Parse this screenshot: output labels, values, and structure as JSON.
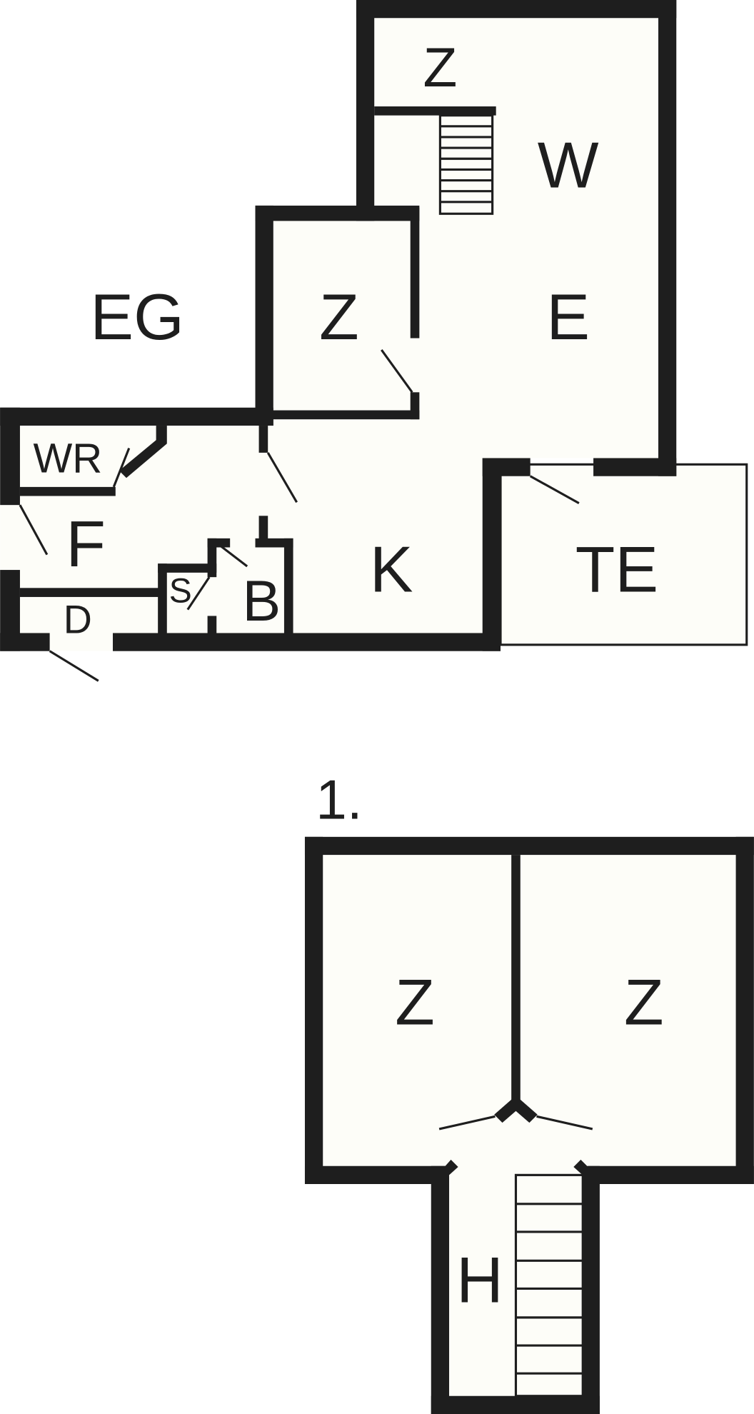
{
  "ground_floor": {
    "rooms": {
      "z_top": "Z",
      "w": "W",
      "eg": "EG",
      "z_mid": "Z",
      "e": "E",
      "wr": "WR",
      "f": "F",
      "d": "D",
      "s": "S",
      "b": "B",
      "k": "K",
      "te": "TE"
    }
  },
  "upper_floor": {
    "label": "1.",
    "rooms": {
      "z_left": "Z",
      "z_right": "Z",
      "h": "H"
    }
  },
  "colors": {
    "wall": "#1e1e1e",
    "floor": "#fdfdf8"
  }
}
